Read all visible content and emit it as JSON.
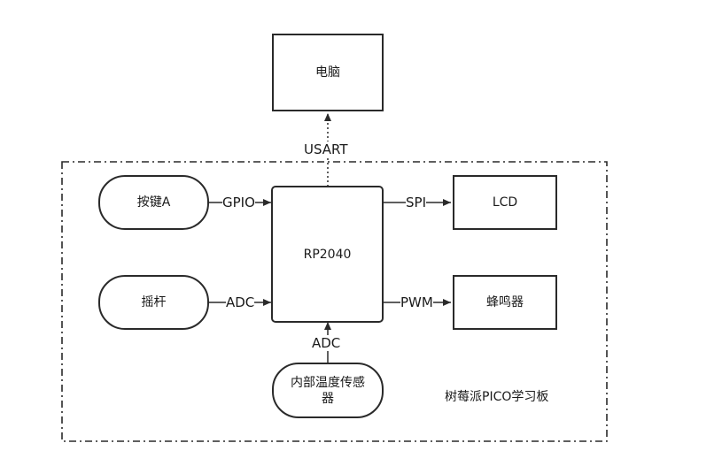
{
  "nodes": {
    "computer": "电脑",
    "mcu": "RP2040",
    "button": "按键A",
    "joystick": "摇杆",
    "lcd": "LCD",
    "buzzer": "蜂鸣器",
    "temp_sensor": "内部温度传感器"
  },
  "edges": {
    "usart": "USART",
    "gpio": "GPIO",
    "adc_joystick": "ADC",
    "spi": "SPI",
    "pwm": "PWM",
    "adc_sensor": "ADC"
  },
  "board_label": "树莓派PICO学习板"
}
